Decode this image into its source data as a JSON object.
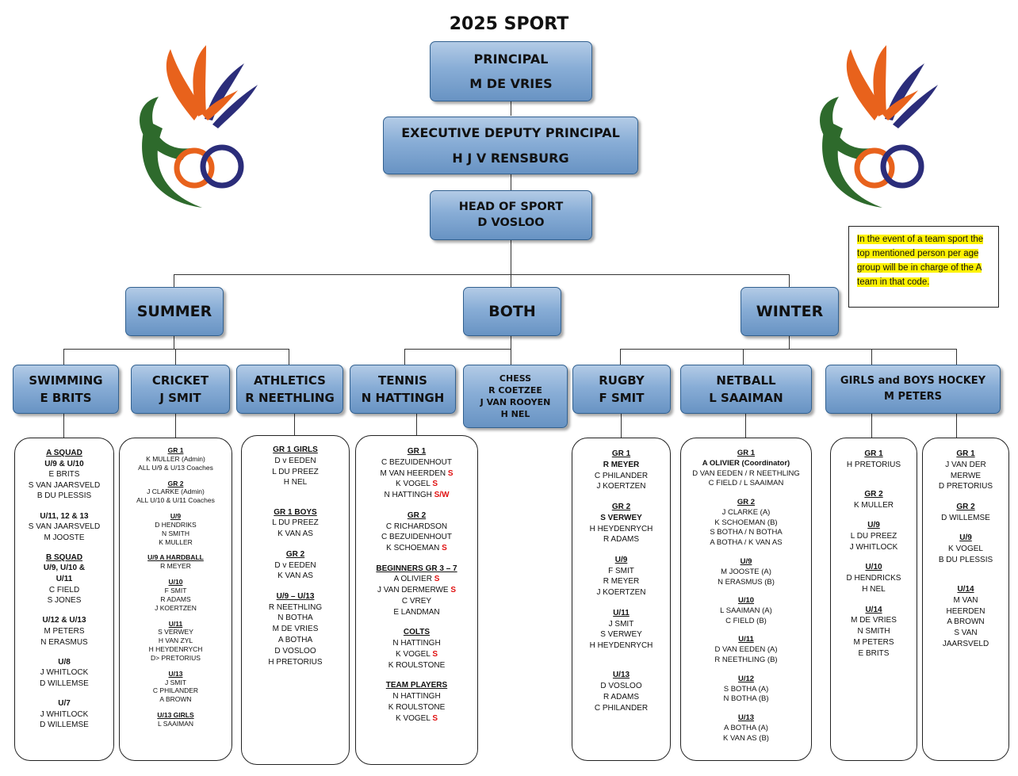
{
  "title": "2025 SPORT",
  "hierarchy": {
    "principal": [
      "PRINCIPAL",
      "M DE VRIES"
    ],
    "executive_deputy": [
      "EXECUTIVE DEPUTY PRINCIPAL",
      "H J V RENSBURG"
    ],
    "head_of_sport": [
      "HEAD OF SPORT",
      "D VOSLOO"
    ]
  },
  "groups": {
    "summer": "SUMMER",
    "both": "BOTH",
    "winter": "WINTER"
  },
  "sports": {
    "swimming": [
      "SWIMMING",
      "E BRITS"
    ],
    "cricket": [
      "CRICKET",
      "J SMIT"
    ],
    "athletics": [
      "ATHLETICS",
      "R NEETHLING"
    ],
    "tennis": [
      "TENNIS",
      "N HATTINGH"
    ],
    "chess": [
      "CHESS",
      "R COETZEE",
      "J VAN ROOYEN",
      "H NEL"
    ],
    "rugby": [
      "RUGBY",
      "F SMIT"
    ],
    "netball": [
      "NETBALL",
      "L SAAIMAN"
    ],
    "hockey": [
      "GIRLS and BOYS HOCKEY",
      "M PETERS"
    ]
  },
  "note": "In the event of a team sport the top mentioned person per age group will be in charge of the A team in that code.",
  "panels": {
    "swimming": [
      [
        "A SQUAD",
        "u"
      ],
      [
        "U/9 & U/10",
        "b"
      ],
      [
        "E BRITS",
        ""
      ],
      [
        "S VAN JAARSVELD",
        ""
      ],
      [
        "B DU PLESSIS",
        ""
      ],
      [
        "",
        "gap"
      ],
      [
        "U/11, 12 & 13",
        "b"
      ],
      [
        "S VAN JAARSVELD",
        ""
      ],
      [
        "M JOOSTE",
        ""
      ],
      [
        "",
        "gap"
      ],
      [
        "B SQUAD",
        "u"
      ],
      [
        "U/9, U/10 &",
        "b"
      ],
      [
        "U/11",
        "b"
      ],
      [
        "C FIELD",
        ""
      ],
      [
        "S JONES",
        ""
      ],
      [
        "",
        "gap"
      ],
      [
        "U/12 & U/13",
        "b"
      ],
      [
        "M PETERS",
        ""
      ],
      [
        "N ERASMUS",
        ""
      ],
      [
        "",
        "gap"
      ],
      [
        "U/8",
        "b"
      ],
      [
        "J WHITLOCK",
        ""
      ],
      [
        "D WILLEMSE",
        ""
      ],
      [
        "",
        "gap"
      ],
      [
        "U/7",
        "b"
      ],
      [
        "J WHITLOCK",
        ""
      ],
      [
        "D WILLEMSE",
        ""
      ]
    ],
    "cricket": [
      [
        "GR 1",
        "u"
      ],
      [
        "K MULLER (Admin)",
        ""
      ],
      [
        "ALL U/9 & U/13 Coaches",
        ""
      ],
      [
        "",
        "gap"
      ],
      [
        "GR 2",
        "u"
      ],
      [
        "J CLARKE (Admin)",
        ""
      ],
      [
        "ALL U/10 & U/11 Coaches",
        ""
      ],
      [
        "",
        "gap"
      ],
      [
        "U/9",
        "u"
      ],
      [
        "D HENDRIKS",
        ""
      ],
      [
        "N SMITH",
        ""
      ],
      [
        "K MULLER",
        ""
      ],
      [
        "",
        "gap"
      ],
      [
        "U/9 A HARDBALL",
        "u"
      ],
      [
        "R MEYER",
        ""
      ],
      [
        "",
        "gap"
      ],
      [
        "U/10",
        "u"
      ],
      [
        "F SMIT",
        ""
      ],
      [
        "R ADAMS",
        ""
      ],
      [
        "J KOERTZEN",
        ""
      ],
      [
        "",
        "gap"
      ],
      [
        "U/11",
        "u"
      ],
      [
        "S VERWEY",
        ""
      ],
      [
        "H VAN ZYL",
        ""
      ],
      [
        "H HEYDENRYCH",
        ""
      ],
      [
        "D> PRETORIUS",
        ""
      ],
      [
        "",
        "gap"
      ],
      [
        "U/13",
        "u"
      ],
      [
        "J SMIT",
        ""
      ],
      [
        "C PHILANDER",
        ""
      ],
      [
        "A BROWN",
        ""
      ],
      [
        "",
        "gap"
      ],
      [
        "U/13 GIRLS",
        "u"
      ],
      [
        "L SAAIMAN",
        ""
      ]
    ],
    "athletics": [
      [
        "GR 1 GIRLS",
        "u"
      ],
      [
        "D v EEDEN",
        ""
      ],
      [
        "L DU PREEZ",
        ""
      ],
      [
        "H NEL",
        ""
      ],
      [
        "",
        "gap"
      ],
      [
        "",
        "gap"
      ],
      [
        "GR 1 BOYS",
        "u"
      ],
      [
        "L DU PREEZ",
        ""
      ],
      [
        "K VAN AS",
        ""
      ],
      [
        "",
        "gap"
      ],
      [
        "GR 2",
        "u"
      ],
      [
        "D v EEDEN",
        ""
      ],
      [
        "K VAN AS",
        ""
      ],
      [
        "",
        "gap"
      ],
      [
        "U/9 – U/13",
        "u"
      ],
      [
        "R NEETHLING",
        ""
      ],
      [
        "N BOTHA",
        ""
      ],
      [
        "M DE VRIES",
        ""
      ],
      [
        "A BOTHA",
        ""
      ],
      [
        "D VOSLOO",
        ""
      ],
      [
        "H PRETORIUS",
        ""
      ]
    ],
    "tennis": [
      [
        "GR 1",
        "u"
      ],
      [
        "C BEZUIDENHOUT",
        ""
      ],
      [
        "M VAN HEERDEN|S",
        "r"
      ],
      [
        "K VOGEL|S",
        "r"
      ],
      [
        "N HATTINGH|S/W",
        "r"
      ],
      [
        "",
        "gap"
      ],
      [
        "GR 2",
        "u"
      ],
      [
        "C RICHARDSON",
        ""
      ],
      [
        "C BEZUIDENHOUT",
        ""
      ],
      [
        "K SCHOEMAN|S",
        "r"
      ],
      [
        "",
        "gap"
      ],
      [
        "BEGINNERS GR 3 – 7",
        "u"
      ],
      [
        "A OLIVIER|S",
        "r"
      ],
      [
        "J VAN DERMERWE|S",
        "r"
      ],
      [
        "C VREY",
        ""
      ],
      [
        "E LANDMAN",
        ""
      ],
      [
        "",
        "gap"
      ],
      [
        "COLTS",
        "u"
      ],
      [
        "N HATTINGH",
        ""
      ],
      [
        "K VOGEL|S",
        "r"
      ],
      [
        "K ROULSTONE",
        ""
      ],
      [
        "",
        "gap"
      ],
      [
        "TEAM PLAYERS",
        "u"
      ],
      [
        "N HATTINGH",
        ""
      ],
      [
        "K ROULSTONE",
        ""
      ],
      [
        "K VOGEL|S",
        "r"
      ]
    ],
    "rugby": [
      [
        "GR 1",
        "u"
      ],
      [
        "R MEYER",
        "b"
      ],
      [
        "C PHILANDER",
        ""
      ],
      [
        "J KOERTZEN",
        ""
      ],
      [
        "",
        "gap"
      ],
      [
        "GR 2",
        "u"
      ],
      [
        "S VERWEY",
        "b"
      ],
      [
        "H HEYDENRYCH",
        ""
      ],
      [
        "R ADAMS",
        ""
      ],
      [
        "",
        "gap"
      ],
      [
        "U/9",
        "u"
      ],
      [
        "F SMIT",
        ""
      ],
      [
        "R MEYER",
        ""
      ],
      [
        "J KOERTZEN",
        ""
      ],
      [
        "",
        "gap"
      ],
      [
        "U/11",
        "u"
      ],
      [
        "J SMIT",
        ""
      ],
      [
        "S VERWEY",
        ""
      ],
      [
        "H HEYDENRYCH",
        ""
      ],
      [
        "",
        "gap"
      ],
      [
        "",
        "gap"
      ],
      [
        "U/13",
        "u"
      ],
      [
        "D VOSLOO",
        ""
      ],
      [
        "R ADAMS",
        ""
      ],
      [
        "C PHILANDER",
        ""
      ]
    ],
    "netball": [
      [
        "GR 1",
        "u"
      ],
      [
        "A OLIVIER (Coordinator)",
        "b"
      ],
      [
        "D VAN EEDEN / R NEETHLING",
        ""
      ],
      [
        "C FIELD / L SAAIMAN",
        ""
      ],
      [
        "",
        "gap"
      ],
      [
        "GR 2",
        "u"
      ],
      [
        "J CLARKE (A)",
        ""
      ],
      [
        "K SCHOEMAN (B)",
        ""
      ],
      [
        "S BOTHA / N BOTHA",
        ""
      ],
      [
        "A BOTHA / K VAN AS",
        ""
      ],
      [
        "",
        "gap"
      ],
      [
        "U/9",
        "u"
      ],
      [
        "M JOOSTE (A)",
        ""
      ],
      [
        "N ERASMUS (B)",
        ""
      ],
      [
        "",
        "gap"
      ],
      [
        "U/10",
        "u"
      ],
      [
        "L SAAIMAN (A)",
        ""
      ],
      [
        "C FIELD (B)",
        ""
      ],
      [
        "",
        "gap"
      ],
      [
        "U/11",
        "u"
      ],
      [
        "D VAN EEDEN (A)",
        ""
      ],
      [
        "R NEETHLING (B)",
        ""
      ],
      [
        "",
        "gap"
      ],
      [
        "U/12",
        "u"
      ],
      [
        "S BOTHA (A)",
        ""
      ],
      [
        "N BOTHA (B)",
        ""
      ],
      [
        "",
        "gap"
      ],
      [
        "U/13",
        "u"
      ],
      [
        "A BOTHA (A)",
        ""
      ],
      [
        "K VAN AS (B)",
        ""
      ]
    ],
    "hockey_girls": [
      [
        "GR 1",
        "u"
      ],
      [
        "H PRETORIUS",
        ""
      ],
      [
        "",
        "gap"
      ],
      [
        "",
        "gap"
      ],
      [
        "GR 2",
        "u"
      ],
      [
        "K MULLER",
        ""
      ],
      [
        "",
        "gap"
      ],
      [
        "U/9",
        "u"
      ],
      [
        "L DU PREEZ",
        ""
      ],
      [
        "J WHITLOCK",
        ""
      ],
      [
        "",
        "gap"
      ],
      [
        "U/10",
        "u"
      ],
      [
        "D HENDRICKS",
        ""
      ],
      [
        "H NEL",
        ""
      ],
      [
        "",
        "gap"
      ],
      [
        "U/14",
        "u"
      ],
      [
        "M DE VRIES",
        ""
      ],
      [
        "N SMITH",
        ""
      ],
      [
        "M PETERS",
        ""
      ],
      [
        "E BRITS",
        ""
      ]
    ],
    "hockey_boys": [
      [
        "GR 1",
        "u"
      ],
      [
        "J VAN DER",
        ""
      ],
      [
        "MERWE",
        ""
      ],
      [
        "D PRETORIUS",
        ""
      ],
      [
        "",
        "gap"
      ],
      [
        "GR 2",
        "u"
      ],
      [
        "D WILLEMSE",
        ""
      ],
      [
        "",
        "gap"
      ],
      [
        "U/9",
        "u"
      ],
      [
        "K VOGEL",
        ""
      ],
      [
        "B DU PLESSIS",
        ""
      ],
      [
        "",
        "gap"
      ],
      [
        "",
        "gap"
      ],
      [
        "U/14",
        "u"
      ],
      [
        "M VAN",
        ""
      ],
      [
        "HEERDEN",
        ""
      ],
      [
        "A BROWN",
        ""
      ],
      [
        "S VAN",
        ""
      ],
      [
        "JAARSVELD",
        ""
      ]
    ]
  },
  "colors": {
    "box_top": "#b3cbe6",
    "box_bottom": "#6893c3",
    "highlight": "#fff200",
    "red": "#e01010",
    "logo_orange": "#e8621c",
    "logo_green": "#2e6a2c",
    "logo_navy": "#2b2d7a"
  }
}
